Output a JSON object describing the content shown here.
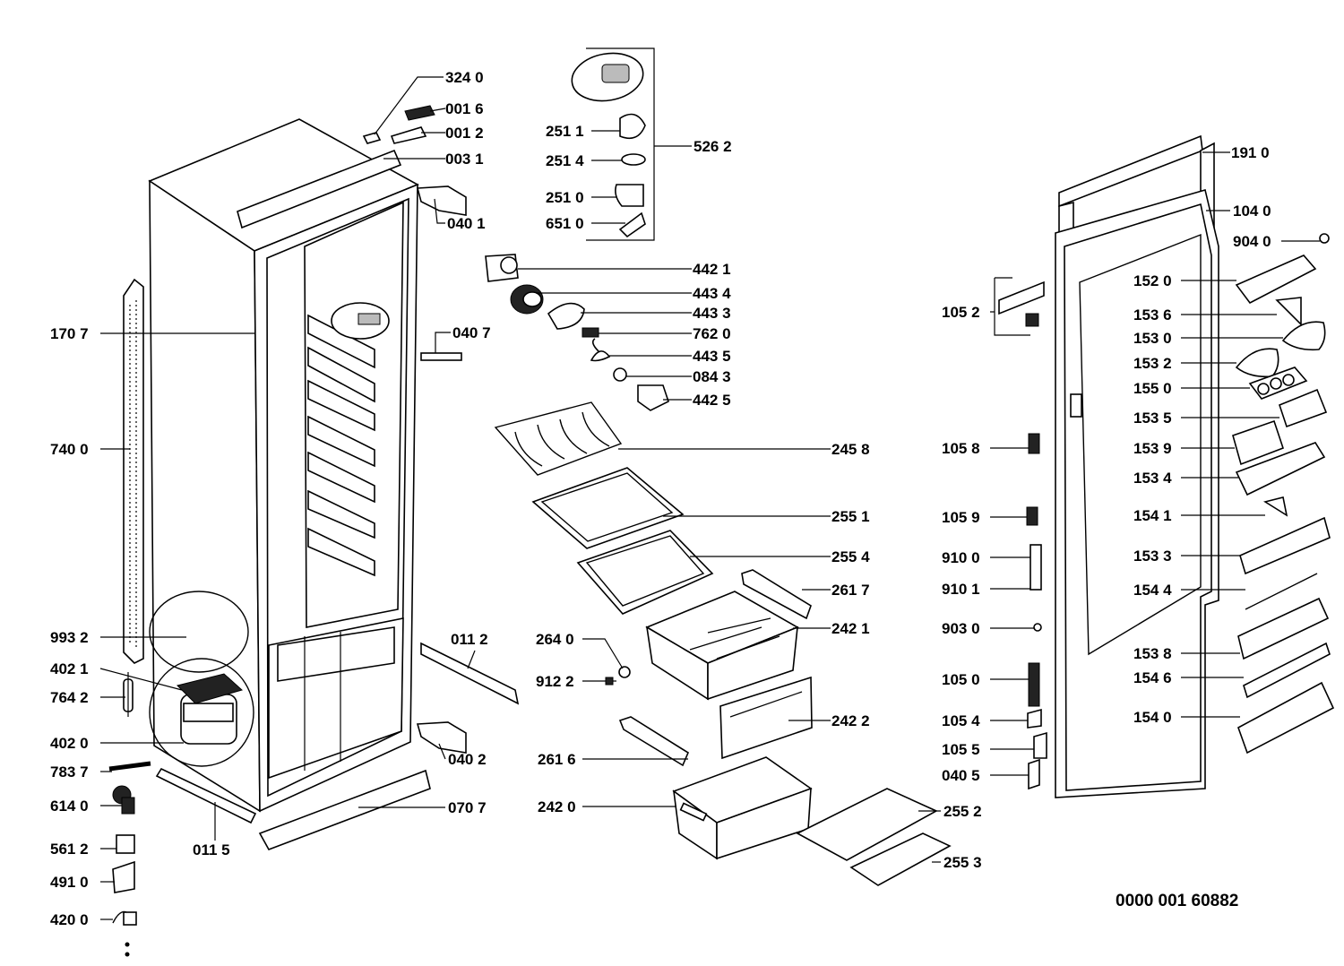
{
  "diagram": {
    "reference_number": "0000 001 60882",
    "labels": {
      "l3240": "324 0",
      "l0016": "001 6",
      "l0012": "001 2",
      "l0031": "003 1",
      "l0401": "040 1",
      "l2511": "251 1",
      "l2514": "251 4",
      "l2510": "251 0",
      "l6510": "651 0",
      "l5262": "526 2",
      "l4421": "442 1",
      "l4434": "443 4",
      "l4433": "443 3",
      "l7620": "762 0",
      "l4435": "443 5",
      "l0843": "084 3",
      "l4425": "442 5",
      "l0407": "040 7",
      "l1707": "170 7",
      "l7400": "740 0",
      "l2458": "245 8",
      "l2551": "255 1",
      "l2554": "255 4",
      "l2617": "261 7",
      "l2421": "242 1",
      "l0112": "011 2",
      "l2640": "264 0",
      "l9122": "912 2",
      "l2422": "242 2",
      "l2616": "261 6",
      "l2420": "242 0",
      "l2552": "255 2",
      "l2553": "255 3",
      "l9932": "993 2",
      "l4021": "402 1",
      "l7642": "764 2",
      "l4020": "402 0",
      "l7837": "783 7",
      "l6140": "614 0",
      "l5612": "561 2",
      "l4910": "491 0",
      "l4200": "420 0",
      "l0115": "011 5",
      "l0402": "040 2",
      "l0707": "070 7",
      "l1910": "191 0",
      "l1040": "104 0",
      "l9040": "904 0",
      "l1052": "105 2",
      "l1520": "152 0",
      "l1536": "153 6",
      "l1530": "153 0",
      "l1532": "153 2",
      "l1550": "155 0",
      "l1535": "153 5",
      "l1058": "105 8",
      "l1539": "153 9",
      "l1534": "153 4",
      "l1059": "105 9",
      "l1541": "154 1",
      "l9100": "910 0",
      "l1533": "153 3",
      "l9101": "910 1",
      "l1544": "154 4",
      "l9030": "903 0",
      "l1538": "153 8",
      "l1050": "105 0",
      "l1546": "154 6",
      "l1054": "105 4",
      "l1540": "154 0",
      "l1055": "105 5",
      "l0405": "040 5"
    }
  }
}
